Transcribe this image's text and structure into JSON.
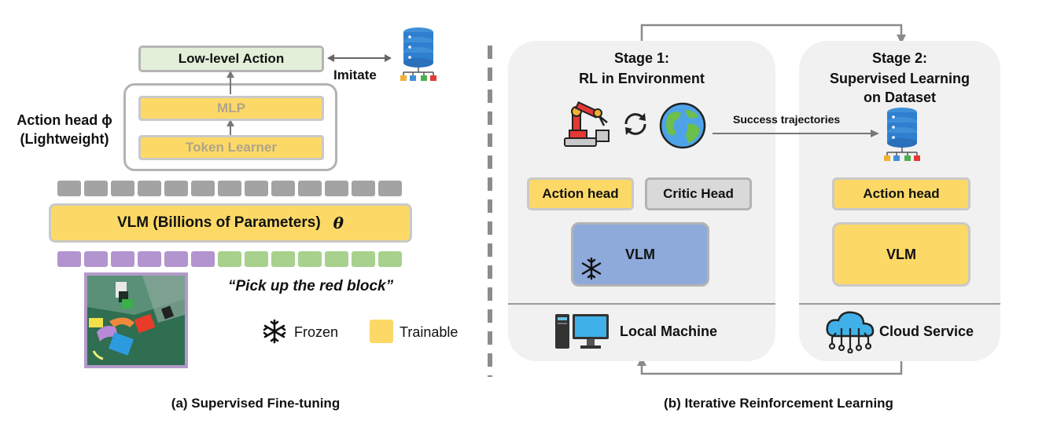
{
  "left": {
    "low_level_action": "Low-level Action",
    "imitate": "Imitate",
    "mlp": "MLP",
    "token_learner": "Token Learner",
    "action_head_line1": "Action head ϕ",
    "action_head_line2": "(Lightweight)",
    "vlm": "VLM (Billions of Parameters)",
    "theta": "θ",
    "instruction": "“Pick up the red block”",
    "legend_frozen": "Frozen",
    "legend_trainable": "Trainable",
    "caption": "(a) Supervised Fine-tuning"
  },
  "right": {
    "stage1_line1": "Stage 1:",
    "stage1_line2": "RL in Environment",
    "stage2_line1": "Stage 2:",
    "stage2_line2": "Supervised Learning",
    "stage2_line3": "on Dataset",
    "success_trajectories": "Success trajectories",
    "action_head_1": "Action head",
    "critic_head": "Critic Head",
    "vlm_1": "VLM",
    "action_head_2": "Action head",
    "vlm_2": "VLM",
    "local_machine": "Local Machine",
    "cloud_service": "Cloud Service",
    "caption": "(b) Iterative Reinforcement Learning"
  },
  "colors": {
    "trainable": "#fcd967",
    "frozen_vlm": "#8eaadb",
    "critic": "#d9d9d9",
    "action_box": "#e2efd9",
    "token_gray": "#a3a3a3",
    "token_purple": "#b294cf",
    "token_green": "#a7d18d",
    "panel": "#f1f1f1"
  },
  "icons": [
    "database-icon",
    "robot-arm-icon",
    "cycle-icon",
    "globe-icon",
    "snowflake-icon",
    "computer-icon",
    "cloud-icon"
  ]
}
